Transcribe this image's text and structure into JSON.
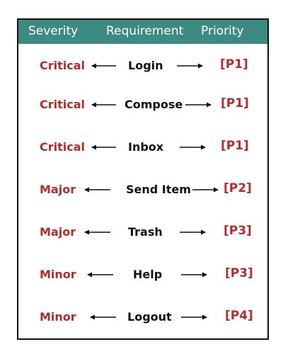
{
  "header": {
    "severity": "Severity",
    "requirement": "Requirement",
    "priority": "Priority"
  },
  "rows": [
    {
      "severity": "Critical",
      "requirement": "Login",
      "priority": "[P1]"
    },
    {
      "severity": "Critical",
      "requirement": "Compose",
      "priority": "[P1]"
    },
    {
      "severity": "Critical",
      "requirement": "Inbox",
      "priority": "[P1]"
    },
    {
      "severity": "Major",
      "requirement": "Send Item",
      "priority": "[P2]"
    },
    {
      "severity": "Major",
      "requirement": "Trash",
      "priority": "[P3]"
    },
    {
      "severity": "Minor",
      "requirement": "Help",
      "priority": "[P3]"
    },
    {
      "severity": "Minor",
      "requirement": "Logout",
      "priority": "[P4]"
    }
  ],
  "colors": {
    "header_bg": "#3d8a82",
    "severity_text": "#b52b2b",
    "priority_text": "#b52b2b",
    "requirement_text": "#111111"
  }
}
